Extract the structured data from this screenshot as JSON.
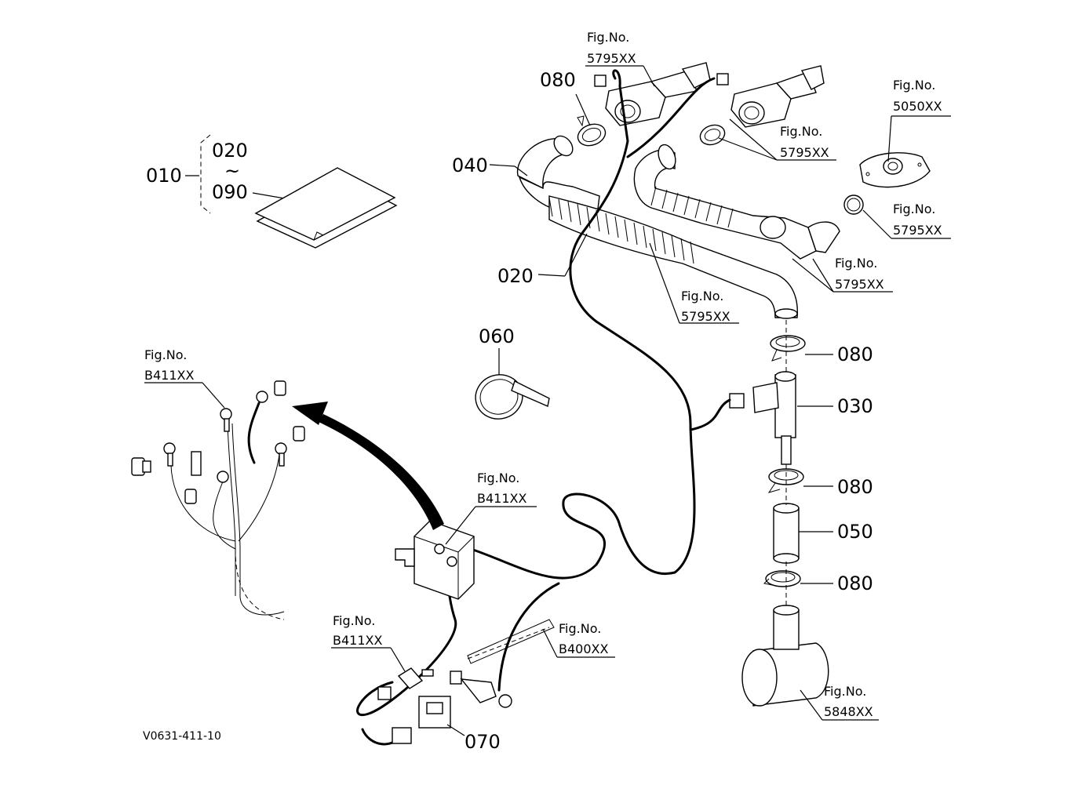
{
  "diagram": {
    "code": "V0631-411-10",
    "part_numbers": {
      "p010": "010",
      "p020": "020",
      "p020_set": "020",
      "p030": "030",
      "p040": "040",
      "p050": "050",
      "p060": "060",
      "p070": "070",
      "p080_top": "080",
      "p080_r1": "080",
      "p080_r2": "080",
      "p080_r3": "080",
      "p090": "090",
      "tilde": "~"
    },
    "figure_refs": [
      {
        "id": "fig-top-1",
        "label": "Fig.No.",
        "value": "5795XX"
      },
      {
        "id": "fig-top-2",
        "label": "Fig.No.",
        "value": "5795XX"
      },
      {
        "id": "fig-5050",
        "label": "Fig.No.",
        "value": "5050XX"
      },
      {
        "id": "fig-right-1",
        "label": "Fig.No.",
        "value": "5795XX"
      },
      {
        "id": "fig-right-2",
        "label": "Fig.No.",
        "value": "5795XX"
      },
      {
        "id": "fig-mid",
        "label": "Fig.No.",
        "value": "5795XX"
      },
      {
        "id": "fig-b411-left",
        "label": "Fig.No.",
        "value": "B411XX"
      },
      {
        "id": "fig-b411-mid",
        "label": "Fig.No.",
        "value": "B411XX"
      },
      {
        "id": "fig-b411-low",
        "label": "Fig.No.",
        "value": "B411XX"
      },
      {
        "id": "fig-b400",
        "label": "Fig.No.",
        "value": "B400XX"
      },
      {
        "id": "fig-5848",
        "label": "Fig.No.",
        "value": "5848XX"
      }
    ]
  }
}
